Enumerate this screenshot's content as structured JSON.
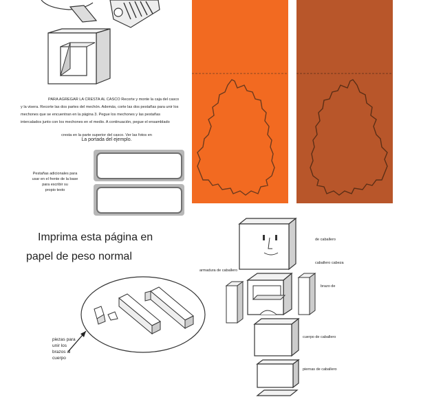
{
  "instructions": {
    "line1": "PARA AGREGAR LA CRESTA AL CASCO Recorte y monte la caja del casco",
    "line2": "y la visera. Recorte las dos partes del mechón. Además, corte las dos pestañas para unir los",
    "line3": "mechones que se encuentran en la página 3. Pegue los mechones y las pestañas",
    "line4": "intercalados junto con los mechones en el medio. A continuación, pegue el ensamblado",
    "line5": "cresta en la parte superior del casco. Ver las fotos en",
    "line6": "La portada del ejemplo."
  },
  "tabs_note": {
    "line1": "Pestañas adicionales para",
    "line2": "usar en el frente de la base",
    "line3": "para escribir su",
    "line4": "propio texto"
  },
  "print_note": {
    "line1": "Imprima esta página en",
    "line2": "papel de peso normal"
  },
  "pieces_note": {
    "line1": "piezas para",
    "line2": "unir los",
    "line3": "brazos al",
    "line4": "cuerpo"
  },
  "labels": {
    "head": "de caballero",
    "armor": "armadura de caballero",
    "helmet": "caballero cabeza",
    "arm": "brazo de",
    "body": "cuerpo de caballero",
    "legs": "piernas de caballero"
  },
  "colors": {
    "panel_left": "#f26a21",
    "panel_right": "#b8562a",
    "outline_dark": "#6b3a1e"
  }
}
